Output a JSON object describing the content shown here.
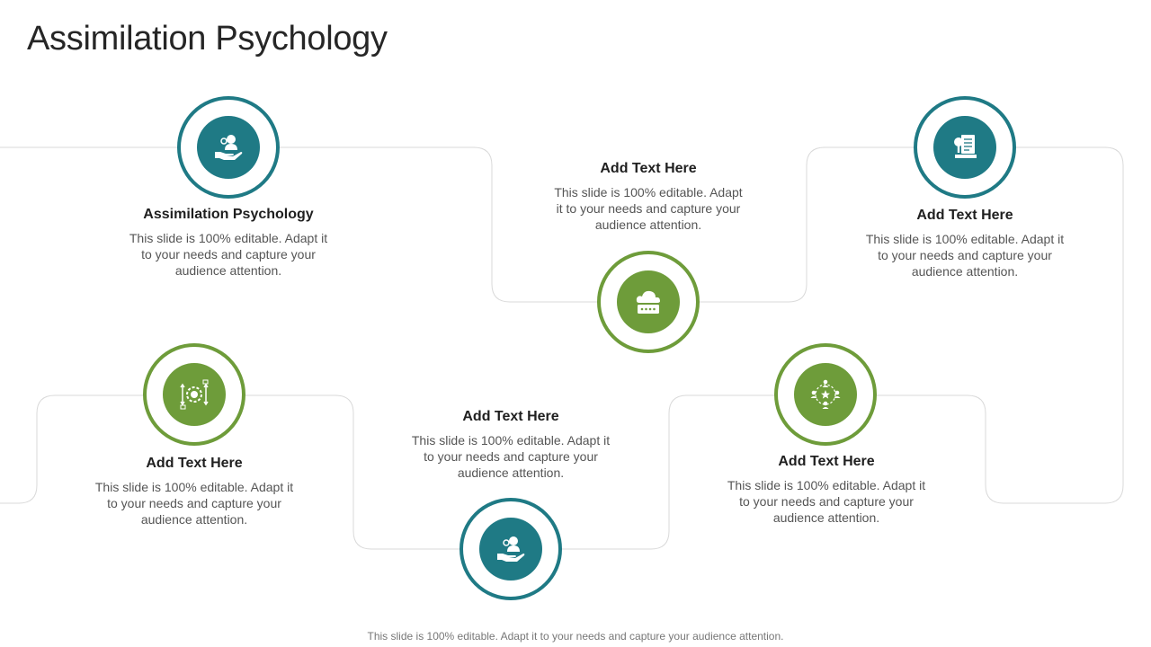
{
  "slide": {
    "title": "Assimilation Psychology",
    "footer": "This slide is 100% editable. Adapt it to your  needs and capture your audience attention."
  },
  "colors": {
    "teal": "#1f7a85",
    "green": "#6e9c3a",
    "connector": "#d9d9d9"
  },
  "steps": [
    {
      "heading": "Assimilation  Psychology",
      "body": "This slide is 100% editable. Adapt it\nto your  needs and capture your\naudience attention.",
      "icon": "hand-person-gear-icon",
      "color": "teal"
    },
    {
      "heading": "Add Text Here",
      "body": "This slide is 100% editable. Adapt it\nto your  needs and capture your\naudience attention.",
      "icon": "gear-arrows-icon",
      "color": "green"
    },
    {
      "heading": "Add Text Here",
      "body": "This slide is 100% editable. Adapt it\nto your  needs and capture your\naudience attention.",
      "icon": "hand-person-gear-icon",
      "color": "teal"
    },
    {
      "heading": "Add Text Here",
      "body": "This slide is 100% editable. Adapt\nit to your  needs and capture your\naudience attention.",
      "icon": "cloud-password-icon",
      "color": "green"
    },
    {
      "heading": "Add Text Here",
      "body": "This slide is 100% editable. Adapt it\nto your  needs and capture your\naudience attention.",
      "icon": "team-network-icon",
      "color": "green"
    },
    {
      "heading": "Add Text Here",
      "body": "This slide is 100% editable. Adapt it\nto your  needs and capture your\naudience attention.",
      "icon": "document-magnifier-icon",
      "color": "teal"
    }
  ]
}
